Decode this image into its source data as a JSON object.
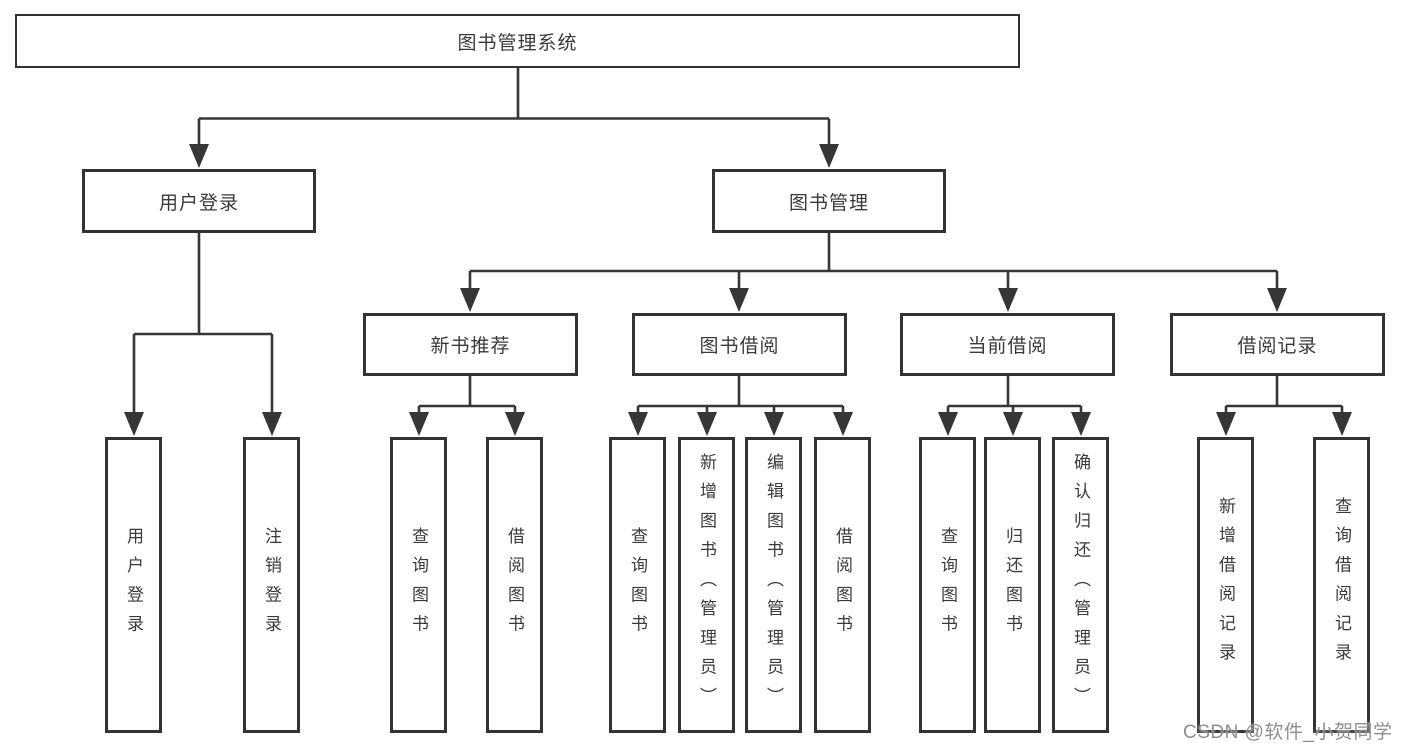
{
  "diagram": {
    "root": "图书管理系统",
    "user_login": {
      "label": "用户登录",
      "children": [
        "用户登录",
        "注销登录"
      ]
    },
    "book_mgmt": {
      "label": "图书管理",
      "sections": {
        "new_books": {
          "label": "新书推荐",
          "children": [
            "查询图书",
            "借阅图书"
          ]
        },
        "book_borrow": {
          "label": "图书借阅",
          "children": [
            "查询图书",
            "新增图书（管理员）",
            "编辑图书（管理员）",
            "借阅图书"
          ]
        },
        "current_borrow": {
          "label": "当前借阅",
          "children": [
            "查询图书",
            "归还图书",
            "确认归还（管理员）"
          ]
        },
        "borrow_records": {
          "label": "借阅记录",
          "children": [
            "新增借阅记录",
            "查询借阅记录"
          ]
        }
      }
    }
  },
  "watermark": "CSDN @软件_小贺同学",
  "colors": {
    "line": "#363636",
    "text": "#3a3a3a",
    "watermark": "#8f8f8f",
    "background": "#ffffff"
  }
}
